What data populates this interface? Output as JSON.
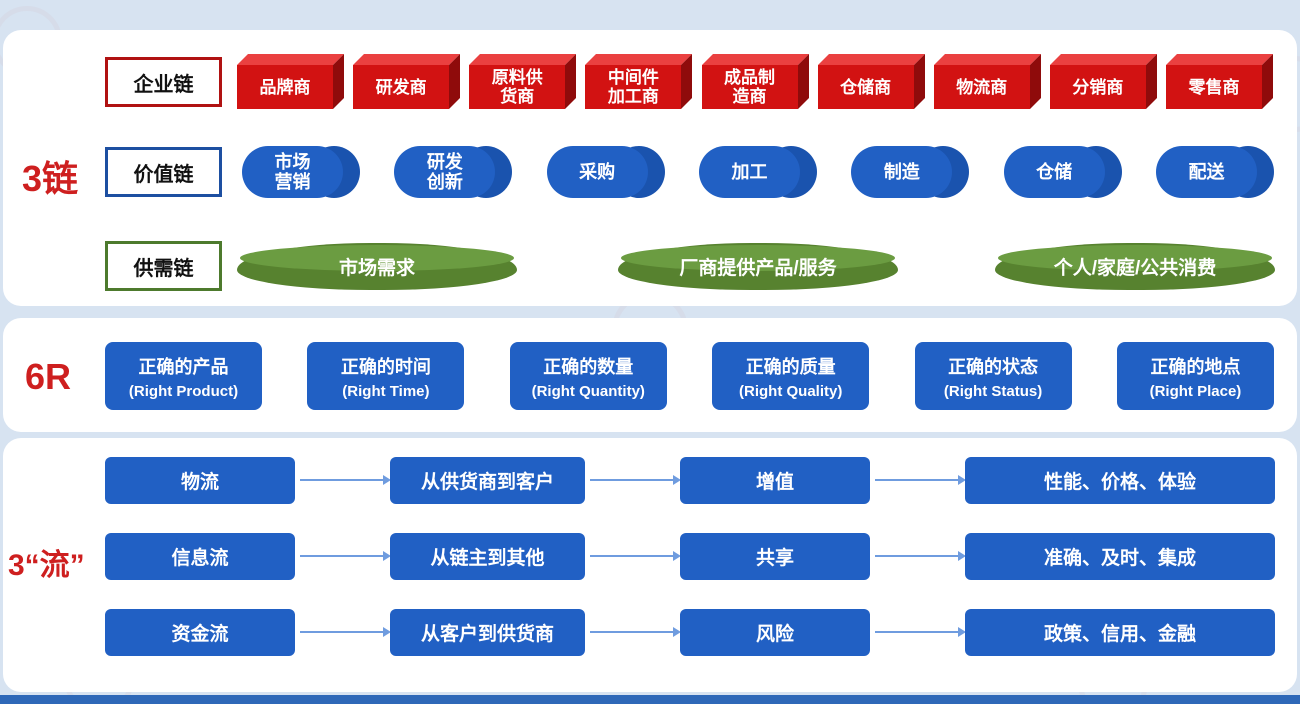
{
  "colors": {
    "background": "#d7e3f1",
    "panel": "#ffffff",
    "label_red": "#ce1f1f",
    "box_red": "#d21212",
    "box_blue": "#2160c4",
    "disc_green": "#57822f",
    "bottom_bar_blue": "#2e68b8"
  },
  "chains": {
    "label": "3链",
    "enterprise": {
      "header": "企业链",
      "items": [
        "品牌商",
        "研发商",
        "原料供\n货商",
        "中间件\n加工商",
        "成品制\n造商",
        "仓储商",
        "物流商",
        "分销商",
        "零售商"
      ]
    },
    "value": {
      "header": "价值链",
      "items": [
        "市场\n营销",
        "研发\n创新",
        "采购",
        "加工",
        "制造",
        "仓储",
        "配送"
      ]
    },
    "supply_demand": {
      "header": "供需链",
      "items": [
        "市场需求",
        "厂商提供产品/服务",
        "个人/家庭/公共消费"
      ]
    }
  },
  "six_r": {
    "label": "6R",
    "items": [
      {
        "cn": "正确的产品",
        "en": "(Right Product)"
      },
      {
        "cn": "正确的时间",
        "en": "(Right Time)"
      },
      {
        "cn": "正确的数量",
        "en": "(Right Quantity)"
      },
      {
        "cn": "正确的质量",
        "en": "(Right Quality)"
      },
      {
        "cn": "正确的状态",
        "en": "(Right Status)"
      },
      {
        "cn": "正确的地点",
        "en": "(Right Place)"
      }
    ]
  },
  "flows": {
    "label": "3“流”",
    "rows": [
      [
        "物流",
        "从供货商到客户",
        "增值",
        "性能、价格、体验"
      ],
      [
        "信息流",
        "从链主到其他",
        "共享",
        "准确、及时、集成"
      ],
      [
        "资金流",
        "从客户到供货商",
        "风险",
        "政策、信用、金融"
      ]
    ]
  }
}
